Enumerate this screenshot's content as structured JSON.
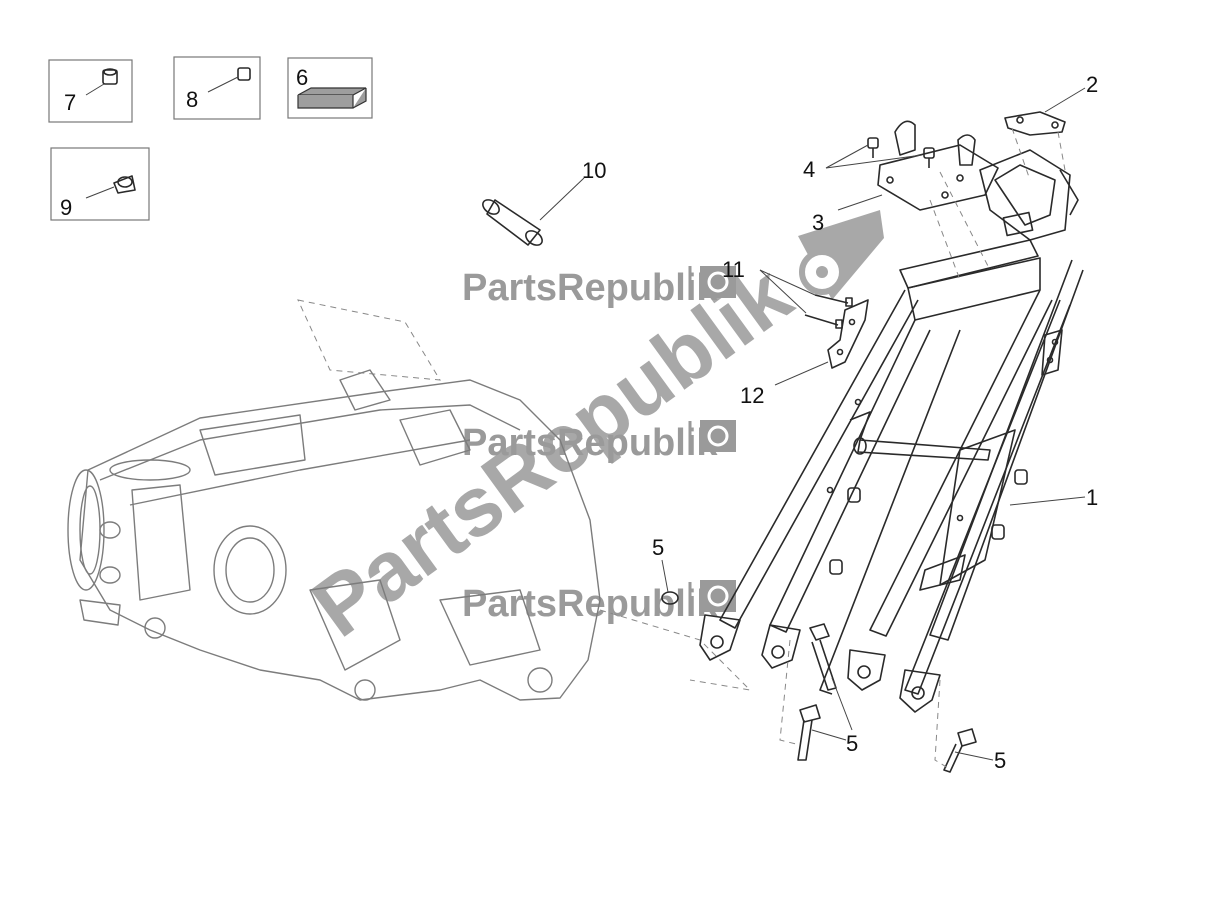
{
  "callouts": {
    "c1": "1",
    "c2": "2",
    "c3": "3",
    "c4": "4",
    "c5a": "5",
    "c5b": "5",
    "c5c": "5",
    "c6": "6",
    "c7": "7",
    "c8": "8",
    "c9": "9",
    "c10": "10",
    "c11": "11",
    "c12": "12"
  },
  "watermark": {
    "text": "PartsRepublik",
    "icon": "gear-icon",
    "color": "#9a9a9a"
  },
  "colors": {
    "line": "#2a2a2a",
    "ghost_frame": "#7c7c7c",
    "gasket_fill": "#9e9e9e"
  }
}
